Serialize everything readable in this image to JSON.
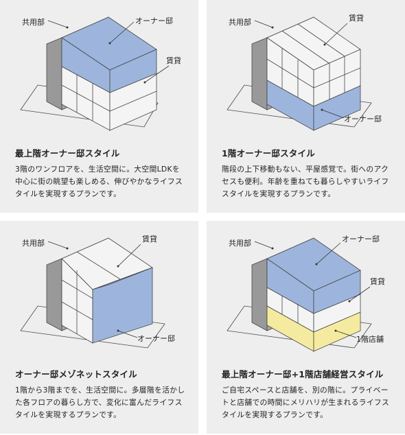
{
  "colors": {
    "owner": "#9db5dc",
    "shop": "#f5eba0",
    "common": "#999999",
    "rental": "#f2f2f2"
  },
  "panels": [
    {
      "title": "最上階オーナー邸スタイル",
      "description": "3階のワンフロアを、生活空間に。大空間LDKを中心に街の眺望も楽しめる、伸びやかなライフスタイルを実現するプランです。",
      "labels": {
        "common": "共用部",
        "owner": "オーナー邸",
        "rental": "賃貸"
      }
    },
    {
      "title": "1階オーナー邸スタイル",
      "description": "階段の上下移動もない、平屋感覚で。街へのアクセスも便利。年齢を重ねても暮らしやすいライフスタイルを実現するプランです。",
      "labels": {
        "common": "共用部",
        "rental": "賃貸",
        "owner": "オーナー邸"
      }
    },
    {
      "title": "オーナー邸メゾネットスタイル",
      "description": "1階から3階までを、生活空間に。多層階を活かした各フロアの暮らし方で、変化に富んだライフスタイルを実現するプランです。",
      "labels": {
        "common": "共用部",
        "rental": "賃貸",
        "owner": "オーナー邸"
      }
    },
    {
      "title": "最上階オーナー邸+1階店舗経営スタイル",
      "description": "ご自宅スペースと店舗を、別の階に。プライベートと店舗での時間にメリハリが生まれるライフスタイルを実現するプランです。",
      "labels": {
        "common": "共用部",
        "owner": "オーナー邸",
        "rental": "賃貸",
        "shop": "1階店舗"
      }
    }
  ]
}
